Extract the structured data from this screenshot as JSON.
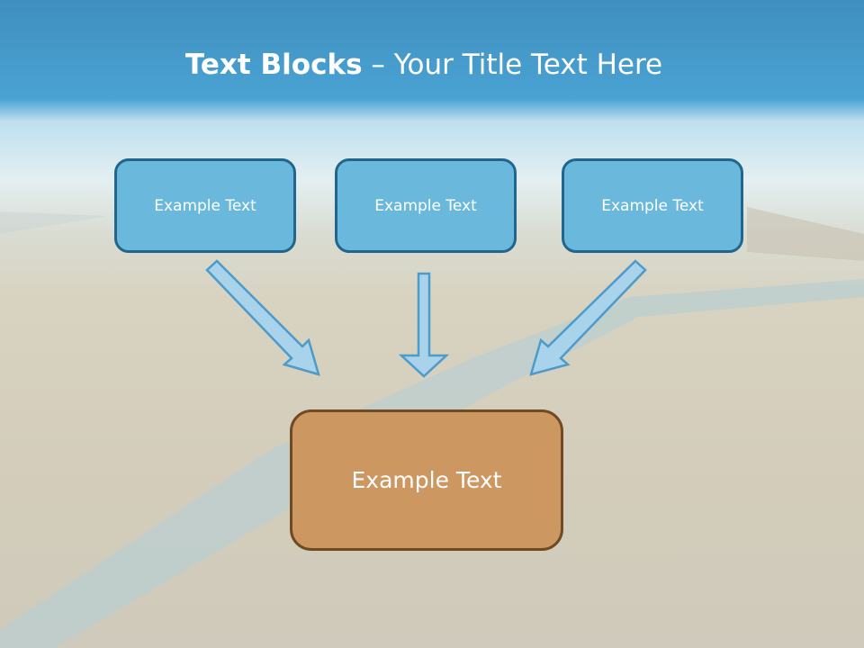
{
  "title": {
    "bold": "Text Blocks",
    "rest": " – Your Title Text Here"
  },
  "boxes": [
    {
      "label": "Example Text"
    },
    {
      "label": "Example Text"
    },
    {
      "label": "Example Text"
    }
  ],
  "center_box": {
    "label": "Example Text"
  },
  "colors": {
    "blue_box": "#6bb8dd",
    "blue_border": "#21668c",
    "brown_box": "#cd9762",
    "brown_border": "#6f4a22"
  }
}
